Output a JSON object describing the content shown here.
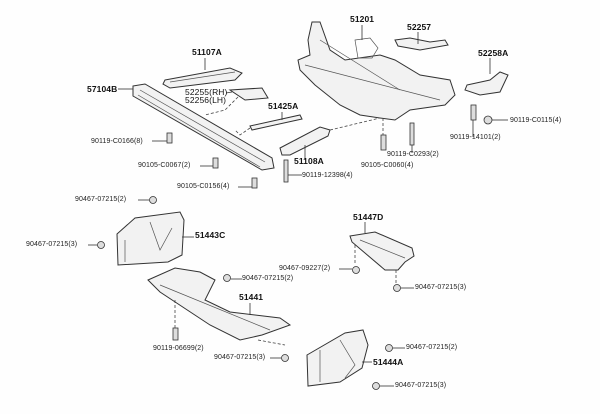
{
  "parts": {
    "p51107A": "51107A",
    "p57104B": "57104B",
    "p52255": "52255(RH)",
    "p52256": "52256(LH)",
    "p51425A": "51425A",
    "p51201": "51201",
    "p52257": "52257",
    "p52258A": "52258A",
    "p51108A": "51108A",
    "p51443C": "51443C",
    "p51441": "51441",
    "p51447D": "51447D",
    "p51444A": "51444A"
  },
  "fasteners": {
    "f_c0166": "90119-C0166(8)",
    "f_c0067": "90105-C0067(2)",
    "f_c0156": "90105-C0156(4)",
    "f_c0115": "90119-C0115(4)",
    "f_14101": "90119-14101(2)",
    "f_c0293": "90119-C0293(2)",
    "f_c0060": "90105-C0060(4)",
    "f_12398": "90119-12398(4)",
    "f_07215_a": "90467-07215(2)",
    "f_07215_b": "90467-07215(3)",
    "f_09227": "90467-09227(2)",
    "f_07215_c": "90467-07215(2)",
    "f_07215_d": "90467-07215(3)",
    "f_06699": "90119-06699(2)",
    "f_07215_e": "90467-07215(3)",
    "f_07215_f": "90467-07215(2)",
    "f_07215_g": "90467-07215(3)"
  }
}
